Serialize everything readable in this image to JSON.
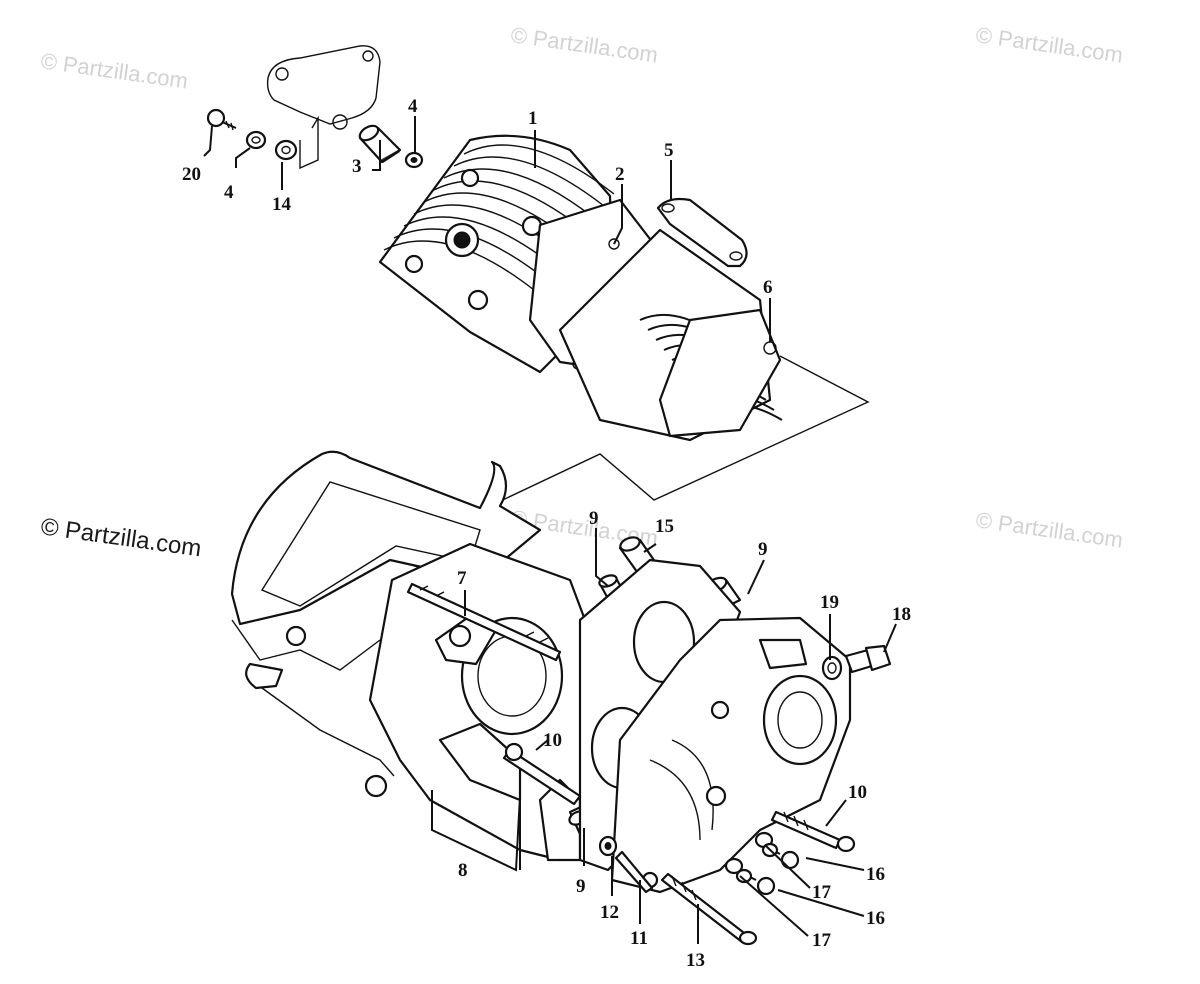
{
  "watermarks": {
    "top_left": "© Partzilla.com",
    "top_center": "© Partzilla.com",
    "top_right": "© Partzilla.com",
    "mid_left": "© Partzilla.com",
    "mid_center": "© Partzilla.com",
    "mid_right": "© Partzilla.com"
  },
  "callouts": {
    "c1": "1",
    "c2": "2",
    "c3": "3",
    "c4a": "4",
    "c4b": "4",
    "c5": "5",
    "c6": "6",
    "c7": "7",
    "c8": "8",
    "c9a": "9",
    "c9b": "9",
    "c9c": "9",
    "c10a": "10",
    "c10b": "10",
    "c11": "11",
    "c12": "12",
    "c13": "13",
    "c14": "14",
    "c15": "15",
    "c16a": "16",
    "c16b": "16",
    "c17a": "17",
    "c17b": "17",
    "c18": "18",
    "c19": "19",
    "c20": "20"
  }
}
